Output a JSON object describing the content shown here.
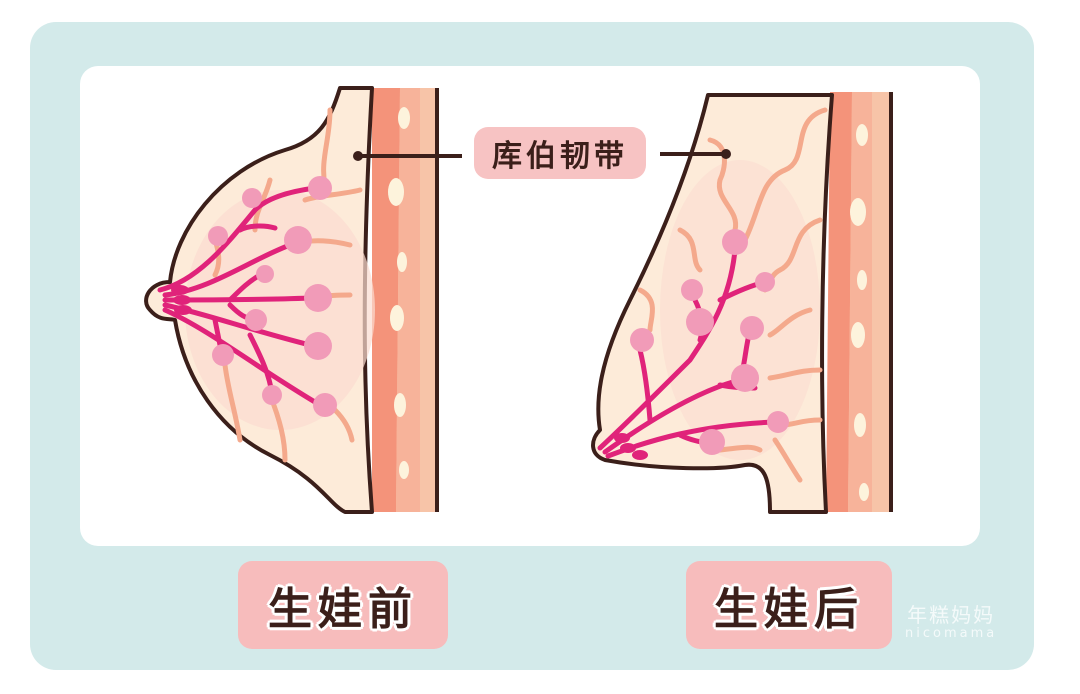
{
  "diagram": {
    "topic": "breast anatomy before and after childbirth",
    "callout": {
      "label": "库伯韧带"
    },
    "panels": [
      {
        "id": "before",
        "label": "生娃前"
      },
      {
        "id": "after",
        "label": "生娃后"
      }
    ],
    "colors": {
      "frame": "#d3eaea",
      "panel": "#ffffff",
      "label_bg": "#f7bcbc",
      "label_text": "#3b1f1a",
      "skin": "#fdebd9",
      "outline": "#3b1f1a",
      "duct": "#e0237a",
      "lobule": "#f19bb8",
      "ligament": "#f4a98c",
      "muscle": "#f4937a"
    }
  },
  "watermark": {
    "cn": "年糕妈妈",
    "en": "nicomama"
  }
}
